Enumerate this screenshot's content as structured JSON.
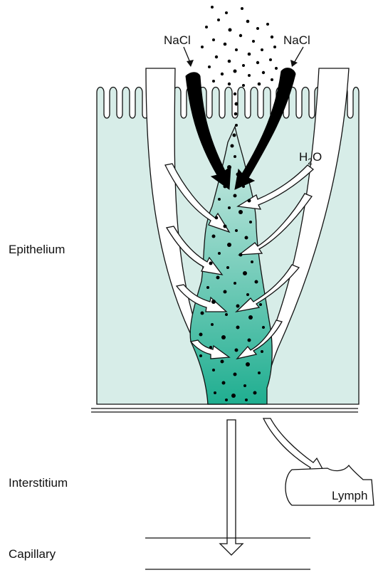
{
  "labels": {
    "nacl_left": "NaCl",
    "nacl_right": "NaCl",
    "water": "H",
    "water_subscript": "2",
    "water_tail": "O",
    "epithelium": "Epithelium",
    "interstitium": "Interstitium",
    "lymph": "Lymph",
    "capillary": "Capillary"
  },
  "colors": {
    "epithelium_fill": "#d7ede8",
    "channel_top": "#d9efea",
    "channel_bottom": "#1fae90",
    "outline": "#111111",
    "pump_arrow": "#000000",
    "water_arrow": "#ffffff"
  }
}
